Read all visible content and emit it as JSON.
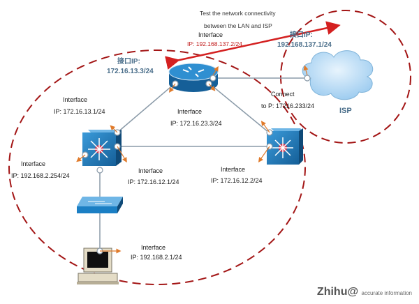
{
  "note": {
    "line1": "Test the network connectivity",
    "line2": "between the LAN and ISP"
  },
  "router": {
    "isp_iface_title": "Interface",
    "isp_iface_ip": "IP: 192.168.137.2/24",
    "lan_iface_title": "接口IP:",
    "lan_iface_ip": "172.16.13.3/24",
    "down_iface_title": "Interface",
    "down_iface_ip": "IP: 172.16.23.3/24"
  },
  "isp": {
    "label": "ISP",
    "iface_title": "接口IP:",
    "iface_ip": "192.168.137.1/24"
  },
  "left_switch": {
    "up_title": "Interface",
    "up_ip": "IP: 172.16.13.1/24",
    "left_title": "Interface",
    "left_ip": "IP: 192.168.2.254/24",
    "right_title": "Interface",
    "right_ip": "IP: 172.16.12.1/24"
  },
  "right_switch": {
    "connect_title": "Connect",
    "connect_ip": "to P: 17216.233/24",
    "left_title": "Interface",
    "left_ip": "IP: 172.16.12.2/24"
  },
  "pc": {
    "title": "Interface",
    "ip": "IP: 192.168.2.1/24"
  },
  "watermark": {
    "brand": "Zhihu@",
    "tag": "accurate information"
  },
  "colors": {
    "device_blue": "#1b7fc4",
    "boundary_red": "#a31515",
    "arrow_red": "#d42020",
    "pointer_orange": "#e07a2a",
    "cloud_blue": "#b9dcf5"
  }
}
